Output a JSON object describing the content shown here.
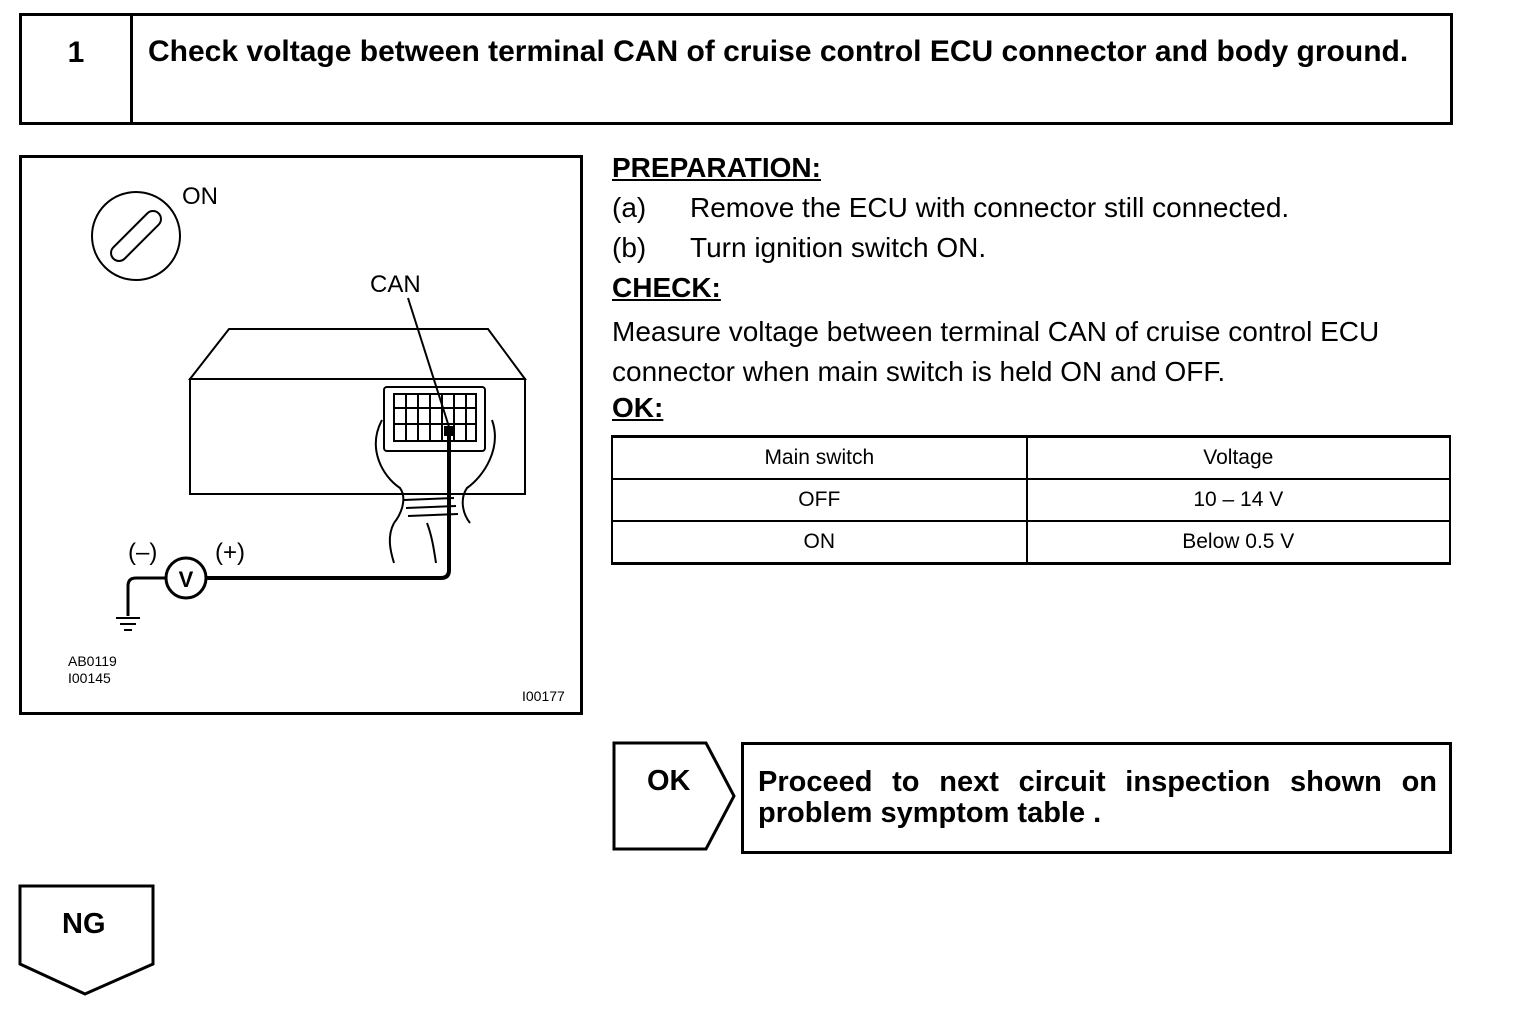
{
  "step": {
    "number": "1",
    "title": "Check voltage between terminal CAN of cruise control ECU connector and body ground."
  },
  "figure": {
    "ignition_label": "ON",
    "terminal_label": "CAN",
    "minus_label": "(–)",
    "plus_label": "(+)",
    "meter_symbol": "V",
    "code_1": "AB0119",
    "code_2": "I00145",
    "code_3": "I00177"
  },
  "preparation": {
    "heading": "PREPARATION:",
    "items": [
      {
        "label": "(a)",
        "text": "Remove the ECU with connector still connected."
      },
      {
        "label": "(b)",
        "text": "Turn ignition switch ON."
      }
    ]
  },
  "check": {
    "heading": "CHECK:",
    "text": "Measure voltage between terminal CAN of cruise control ECU connector when main switch is held ON and OFF."
  },
  "ok": {
    "heading": "OK:",
    "table": {
      "headers": [
        "Main switch",
        "Voltage"
      ],
      "rows": [
        [
          "OFF",
          "10 – 14 V"
        ],
        [
          "ON",
          "Below 0.5 V"
        ]
      ]
    }
  },
  "result_ok": {
    "label": "OK",
    "text": "Proceed to next circuit inspection shown on problem symptom table ."
  },
  "result_ng": {
    "label": "NG"
  }
}
